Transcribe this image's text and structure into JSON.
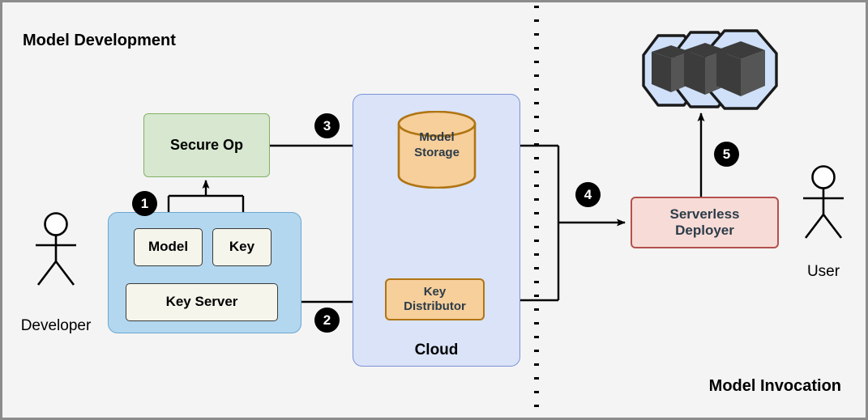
{
  "diagram": {
    "title_left": "Model Development",
    "title_right": "Model Invocation",
    "divider": "vertical-dotted-line"
  },
  "colors": {
    "canvas_bg": "#f4f4f4",
    "frame_border": "#8c8c8c",
    "dev_container_fill": "#b3d7ef",
    "dev_container_stroke": "#6aa8d0",
    "cloud_container_fill": "#dae3f8",
    "cloud_container_stroke": "#7d93d6",
    "secure_op_fill": "#d7e7d0",
    "secure_op_stroke": "#82b366",
    "cream_fill": "#f5f5eb",
    "cream_stroke": "#3b3b3b",
    "storage_fill": "#f7cf9b",
    "storage_stroke": "#b07513",
    "deployer_fill": "#f7dbd6",
    "deployer_stroke": "#b3514d",
    "lambda_hex_fill": "#cfe0f8",
    "lambda_cube_fill": "#3c3c3c",
    "badge_fill": "#000000",
    "badge_text": "#ffffff",
    "edge_stroke": "#000000"
  },
  "containers": {
    "developer_env": {
      "label": ""
    },
    "cloud": {
      "label": "Cloud"
    }
  },
  "nodes": {
    "secure_op": {
      "label": "Secure Op"
    },
    "model": {
      "label": "Model"
    },
    "key": {
      "label": "Key"
    },
    "key_server": {
      "label": "Key Server"
    },
    "model_storage": {
      "label_line1": "Model",
      "label_line2": "Storage"
    },
    "key_distributor": {
      "label_line1": "Key",
      "label_line2": "Distributor"
    },
    "serverless_deployer": {
      "label_line1": "Serverless",
      "label_line2": "Deployer"
    },
    "lambda_functions": {
      "label": ""
    }
  },
  "actors": {
    "developer": {
      "label": "Developer"
    },
    "user": {
      "label": "User"
    }
  },
  "steps": [
    {
      "id": "1",
      "label": "1",
      "from": "model-and-key",
      "to": "secure-op"
    },
    {
      "id": "2",
      "label": "2",
      "from": "key-server",
      "to": "key-distributor"
    },
    {
      "id": "3",
      "label": "3",
      "from": "secure-op",
      "to": "model-storage"
    },
    {
      "id": "4",
      "label": "4",
      "from": "cloud-outputs",
      "to": "serverless-deployer"
    },
    {
      "id": "5",
      "label": "5",
      "from": "serverless-deployer",
      "to": "lambda-functions"
    }
  ]
}
